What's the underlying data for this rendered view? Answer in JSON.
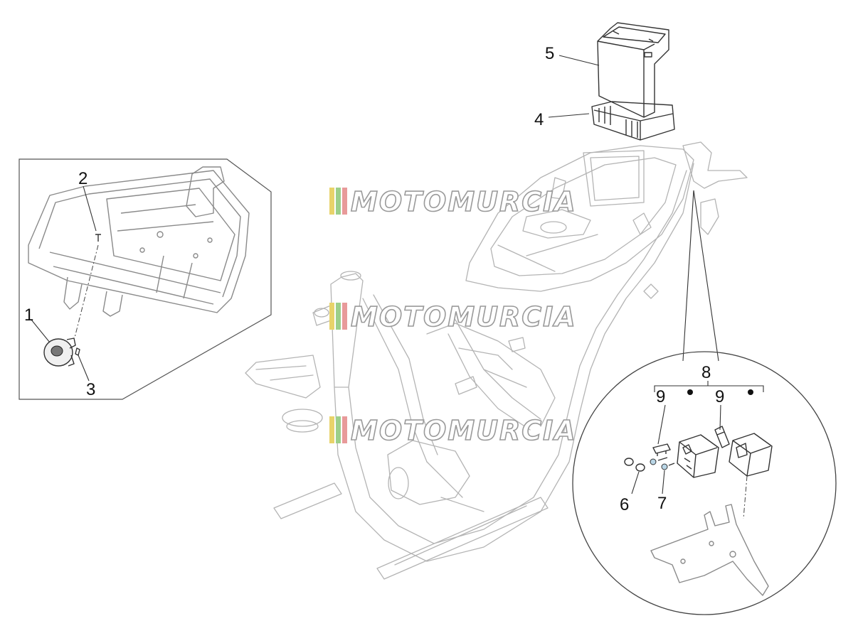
{
  "callouts": {
    "c1": "1",
    "c2": "2",
    "c3": "3",
    "c4": "4",
    "c5": "5",
    "c6": "6",
    "c7": "7",
    "c8": "8",
    "c9a": "9",
    "c9b": "9"
  },
  "watermark": {
    "text": "MOTOMURCIA",
    "stripe_colors": [
      "#e8d36a",
      "#9ccf8a",
      "#e89a9a"
    ]
  },
  "colors": {
    "line_light": "#b4b4b4",
    "line_dark": "#333333"
  }
}
